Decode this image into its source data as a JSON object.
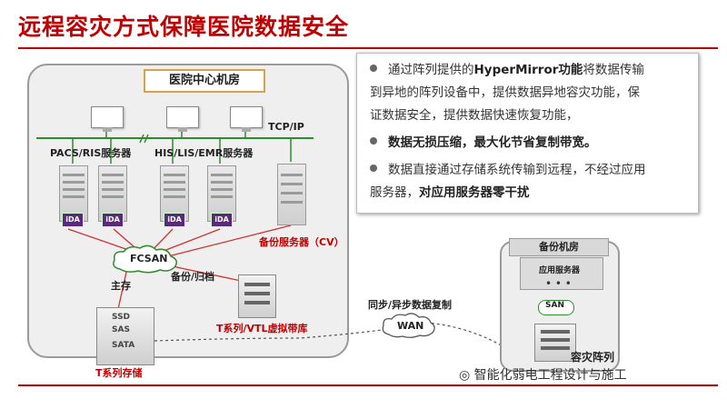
{
  "title": "远程容灾方式保障医院数据安全",
  "center": {
    "label": "医院中心机房",
    "tcpip": "TCP/IP",
    "pacs": "PACS/RIS服务器",
    "his": "HIS/LIS/EMR服务器",
    "ida": "iDA",
    "fcsan": "FCSAN",
    "backup_server": "备份服务器（CV）",
    "main_store": "主存",
    "backup_archive": "备份/归档",
    "vtl": "T系列/VTL虚拟带库",
    "t_storage": "T系列存储",
    "ssd": "SSD",
    "sas": "SAS",
    "sata": "SATA"
  },
  "link": {
    "sync": "同步/异步数据复制",
    "wan": "WAN"
  },
  "remote": {
    "label": "备份机房",
    "app_servers": "应用服务器",
    "san": "SAN",
    "dr_array": "容灾阵列"
  },
  "panel": {
    "b1_prefix": "通过阵列提供的",
    "b1_bold": "HyperMirror功能",
    "b1_rest": "将数据传输",
    "b1_line2": "到异地的阵列设备中，提供数据异地容灾功能，保",
    "b1_line3": "证数据安全，提供数据快速恢复功能，",
    "b2": "数据无损压缩，最大化节省复制带宽。",
    "b3_line1": "数据直接通过存储系统传输到远程，不经过应用",
    "b3_prefix": "服务器，",
    "b3_bold": "对应用服务器零干扰"
  },
  "watermark": "智能化弱电工程设计与施工"
}
